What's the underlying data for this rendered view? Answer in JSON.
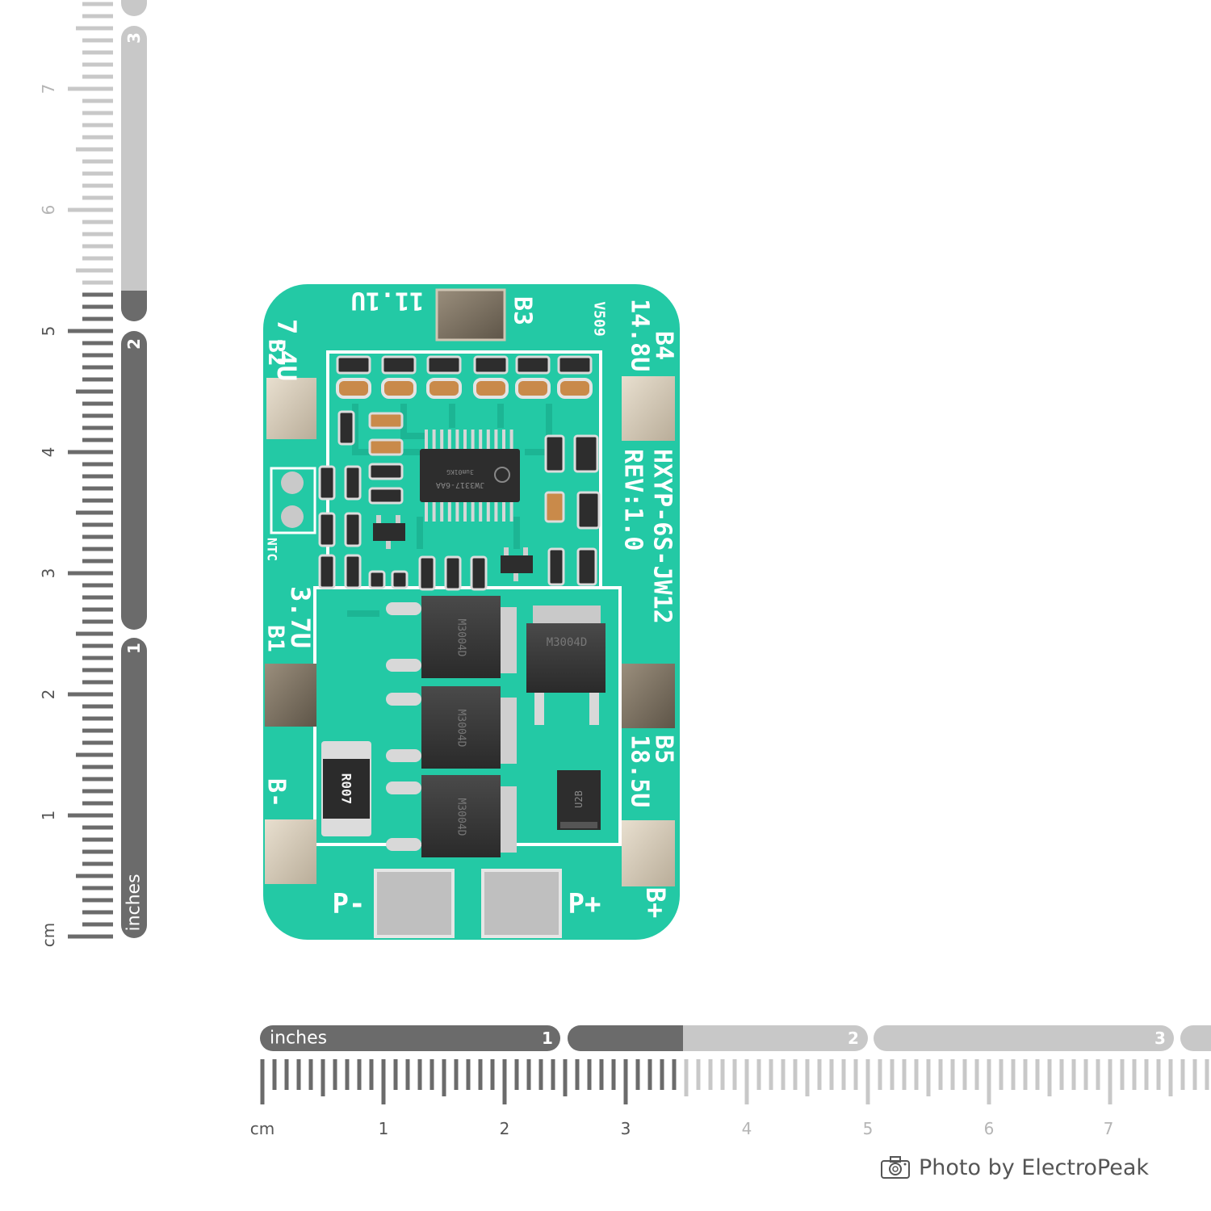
{
  "ruler_vertical": {
    "cm_unit_label": "cm",
    "cm_numbers": [
      "1",
      "2",
      "3",
      "4",
      "5",
      "6",
      "7"
    ],
    "inch_unit_label": "inches",
    "inch_numbers": [
      "1",
      "2",
      "3"
    ]
  },
  "ruler_horizontal": {
    "cm_unit_label": "cm",
    "cm_numbers": [
      "1",
      "2",
      "3",
      "4",
      "5",
      "6",
      "7"
    ],
    "inch_unit_label": "inches",
    "inch_numbers": [
      "1",
      "2",
      "3"
    ]
  },
  "pcb": {
    "color": "#23c9a5",
    "model": "HXYP-6S-JW12",
    "revision": "REV:1.0",
    "version": "V509",
    "ntc_label": "NTC",
    "ic_marking": "JW3317-6AA",
    "ic_lot": "3um01KG",
    "shunt_marking": "R007",
    "mosfet_marking": "M3004D",
    "diode_marking": "U2B",
    "pads": {
      "b2": {
        "name": "B2",
        "voltage": "7.4U"
      },
      "b3": {
        "name": "B3",
        "voltage": "11.1U"
      },
      "b4": {
        "name": "B4",
        "voltage": "14.8U"
      },
      "b1": {
        "name": "B1",
        "voltage": "3.7U"
      },
      "b5": {
        "name": "B5",
        "voltage": "18.5U"
      },
      "b_minus": {
        "name": "B-"
      },
      "b_plus": {
        "name": "B+"
      },
      "p_minus": {
        "name": "P-"
      },
      "p_plus": {
        "name": "P+"
      }
    }
  },
  "credit": {
    "icon": "camera-icon",
    "text": "Photo by ElectroPeak"
  }
}
